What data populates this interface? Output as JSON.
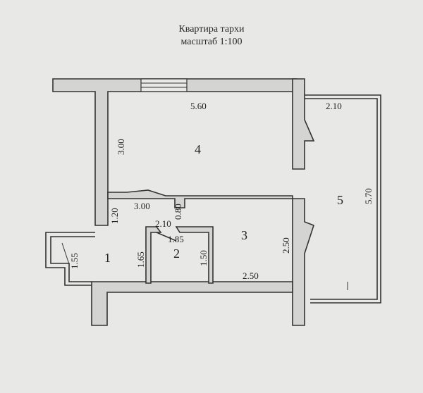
{
  "title": "Квартира тархи",
  "scale": "масштаб 1:100",
  "rooms": [
    "1",
    "2",
    "3",
    "4",
    "5"
  ],
  "dimensions": {
    "room4_width": "5.60",
    "room4_height": "3.00",
    "room5_width": "2.10",
    "room5_height": "5.70",
    "corridor_width": "3.00",
    "corridor_left": "1.20",
    "door_080": "0.80",
    "room2_top": "2.10",
    "room2_diag": "1.85",
    "room1_nook": "1.55",
    "room2_left": "1.65",
    "room2_right": "1.50",
    "room3_right": "2.50",
    "room3_bottom": "2.50"
  }
}
